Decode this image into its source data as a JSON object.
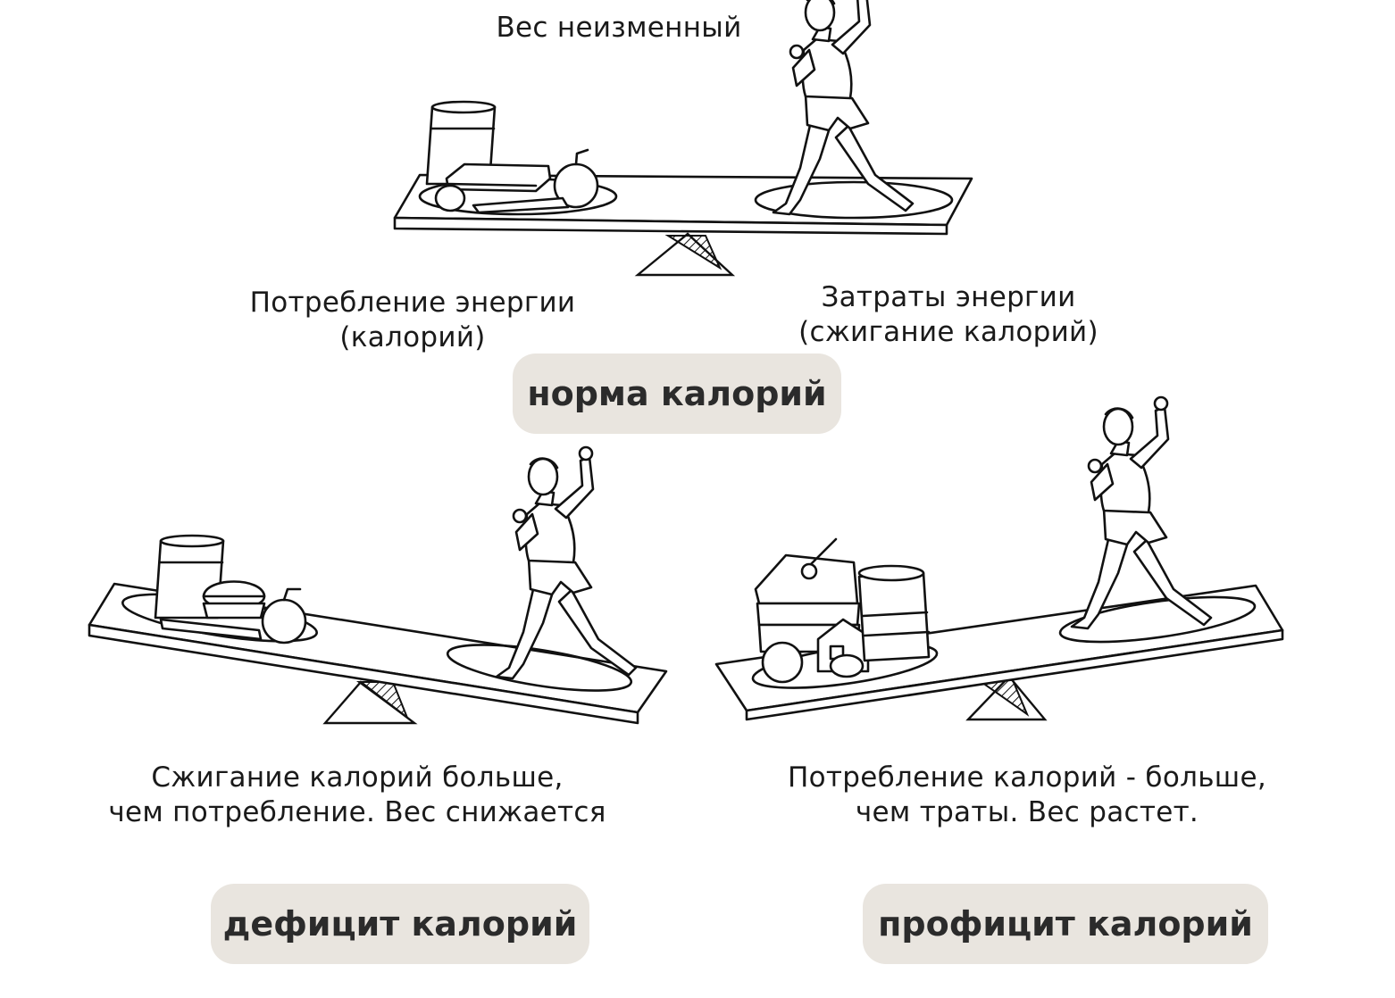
{
  "top": {
    "caption": "Вес неизменный",
    "left_label": [
      "Потребление энергии",
      "(калорий)"
    ],
    "right_label": [
      "Затраты энергии",
      "(сжигание калорий)"
    ],
    "badge": "норма калорий"
  },
  "left": {
    "caption": [
      "Сжигание калорий больше,",
      "чем потребление. Вес снижается"
    ],
    "badge": "дефицит калорий"
  },
  "right": {
    "caption": [
      "Потребление калорий - больше,",
      "чем траты. Вес растет."
    ],
    "badge": "профицит калорий"
  },
  "colors": {
    "badge_bg": "#e9e5df",
    "ink": "#111111"
  }
}
